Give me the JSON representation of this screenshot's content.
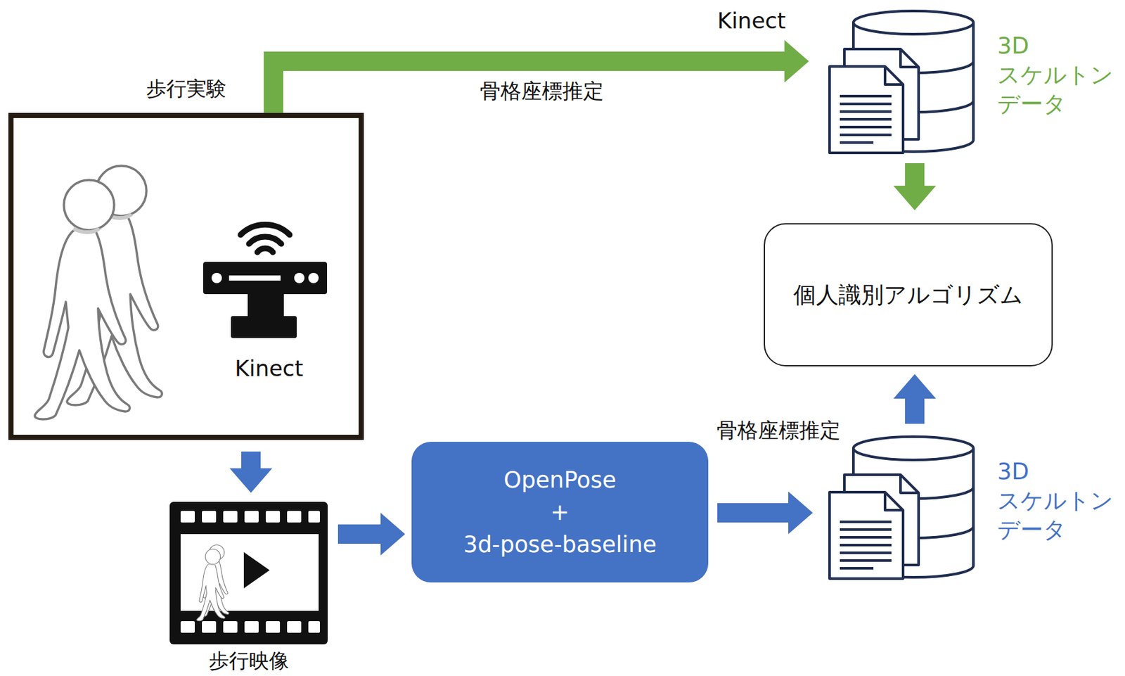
{
  "diagram": {
    "nodes": [
      {
        "text": [
          "歩行実験",
          "Kinect"
        ]
      },
      {
        "text": [
          "3D スケルトン データ"
        ]
      },
      {
        "text": [
          "個人識別アルゴリズム"
        ]
      },
      {
        "text": [
          "歩行映像"
        ]
      },
      {
        "text": [
          "OpenPose + 3d-pose-baseline"
        ]
      },
      {
        "text": [
          "3D スケルトン データ"
        ]
      }
    ],
    "edges": [
      {
        "from": 0,
        "to": 1,
        "label": "骨格座標推定",
        "arrow": "to"
      },
      {
        "from": 1,
        "to": 2,
        "arrow": "to"
      },
      {
        "from": 0,
        "to": 3,
        "arrow": "to"
      },
      {
        "from": 3,
        "to": 4,
        "arrow": "to"
      },
      {
        "from": 4,
        "to": 5,
        "label": "骨格座標推定",
        "arrow": "to"
      },
      {
        "from": 5,
        "to": 2,
        "arrow": "to"
      }
    ],
    "labels": [
      "Kinect"
    ]
  }
}
